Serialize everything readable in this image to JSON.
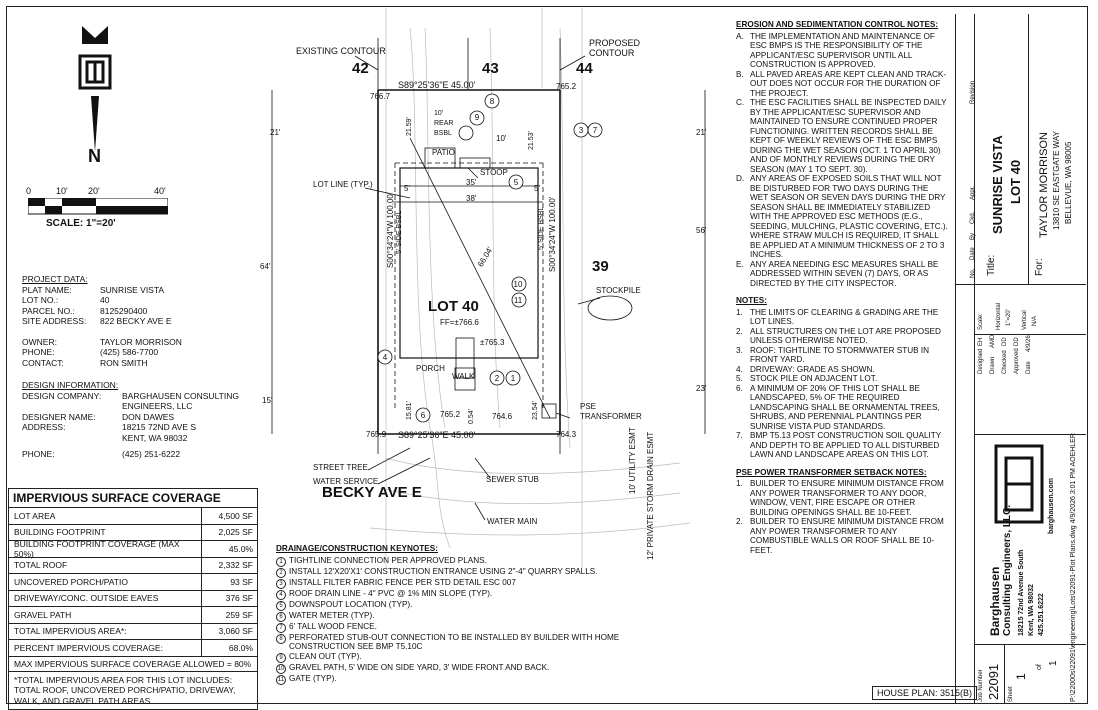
{
  "north": {
    "label": "N"
  },
  "scale": {
    "ticks": [
      "0",
      "10'",
      "20'",
      "40'"
    ],
    "label": "SCALE: 1\"=20'"
  },
  "project_data": {
    "heading": "PROJECT DATA:",
    "rows": [
      {
        "k": "PLAT NAME:",
        "v": "SUNRISE VISTA"
      },
      {
        "k": "LOT NO.:",
        "v": "40"
      },
      {
        "k": "PARCEL NO.:",
        "v": "8125290400"
      },
      {
        "k": "SITE ADDRESS:",
        "v": "822 BECKY AVE E"
      }
    ],
    "owner_rows": [
      {
        "k": "OWNER:",
        "v": "TAYLOR MORRISON"
      },
      {
        "k": "PHONE:",
        "v": "(425) 586-7700"
      },
      {
        "k": "CONTACT:",
        "v": "RON SMITH"
      }
    ]
  },
  "design_info": {
    "heading": "DESIGN INFORMATION:",
    "rows": [
      {
        "k": "DESIGN COMPANY:",
        "v": "BARGHAUSEN CONSULTING"
      },
      {
        "k": "",
        "v": "ENGINEERS, LLC"
      },
      {
        "k": "DESIGNER NAME:",
        "v": "DON DAWES"
      },
      {
        "k": "ADDRESS:",
        "v": "18215 72ND AVE S"
      },
      {
        "k": "",
        "v": "KENT, WA 98032"
      },
      {
        "k": "PHONE:",
        "v": "(425) 251-6222"
      }
    ]
  },
  "impervious": {
    "title": "IMPERVIOUS SURFACE COVERAGE",
    "rows": [
      {
        "l": "LOT AREA",
        "v": "4,500 SF"
      },
      {
        "l": "BUILDING FOOTPRINT",
        "v": "2,025 SF"
      },
      {
        "l": "BUILDING FOOTPRINT COVERAGE (MAX 50%)",
        "v": "45.0%"
      },
      {
        "l": "TOTAL ROOF",
        "v": "2,332 SF"
      },
      {
        "l": "UNCOVERED PORCH/PATIO",
        "v": "93 SF"
      },
      {
        "l": "DRIVEWAY/CONC. OUTSIDE EAVES",
        "v": "376 SF"
      },
      {
        "l": "GRAVEL PATH",
        "v": "259 SF"
      },
      {
        "l": "TOTAL IMPERVIOUS AREA*:",
        "v": "3,060 SF"
      },
      {
        "l": "PERCENT IMPERVIOUS COVERAGE:",
        "v": "68.0%"
      }
    ],
    "max_row": "MAX IMPERVIOUS SURFACE COVERAGE ALLOWED = 80%",
    "footnote": "*TOTAL IMPERVIOUS AREA FOR THIS LOT INCLUDES: TOTAL ROOF, UNCOVERED PORCH/PATIO, DRIVEWAY, WALK, AND GRAVEL PATH AREAS."
  },
  "plan": {
    "lot_label": "LOT 40",
    "ff": "FF=±766.6",
    "lots": {
      "l42": "42",
      "l43": "43",
      "l44": "44",
      "l39": "39"
    },
    "street": "BECKY AVE E",
    "labels": {
      "existing_contour": "EXISTING CONTOUR",
      "proposed_contour_1": "PROPOSED",
      "proposed_contour_2": "CONTOUR",
      "lot_line": "LOT LINE (TYP.)",
      "patio": "PATIO",
      "stoop": "STOOP",
      "porch": "PORCH",
      "walk": "WALK",
      "stockpile": "STOCKPILE",
      "pse_1": "PSE",
      "pse_2": "TRANSFORMER",
      "street_tree": "STREET TREE",
      "water_service": "WATER SERVICE",
      "sewer_stub": "SEWER STUB",
      "water_main": "WATER MAIN",
      "utility_esmt": "10' UTILITY ESMT",
      "storm_esmt": "12' PRIVATE STORM DRAIN ESMT",
      "bearing_top": "S89°25'36\"E  45.00'",
      "bearing_bot": "S89°25'36\"E  45.00'",
      "left_side": "S00°34'24\"W  100.00'",
      "right_side": "S00°34'24\"W  100.00'",
      "diag": "66.04'",
      "rear_bsbl_1": "10'",
      "rear_bsbl_2": "REAR",
      "rear_bsbl_3": "BSBL",
      "side_bsbl_l": "5' SIDE BSBL",
      "side_bsbl_r": "5' SIDE BSBL",
      "d35": "35'",
      "d38": "38'",
      "d5a": "5'",
      "d5b": "5'",
      "d10": "10'",
      "d21l": "21'",
      "d21r": "21'",
      "d64": "64'",
      "d56": "56'",
      "d15": "15'",
      "d23": "23'",
      "d21_59": "21.59'",
      "d21_53": "21.53'",
      "d15_81": "15.81'",
      "d23_54": "23.54'",
      "d0_54": "0.54'",
      "e766_7": "766.7",
      "e765_2a": "765.2",
      "e765_3": "±765.3",
      "e765_2b": "765.2",
      "e764_6": "764.6",
      "e765_9": "765.9",
      "e764_3": "764.3"
    },
    "callouts": [
      "1",
      "2",
      "3",
      "4",
      "5",
      "6",
      "7",
      "8",
      "9",
      "10",
      "11"
    ]
  },
  "keynotes": {
    "heading": "DRAINAGE/CONSTRUCTION KEYNOTES:",
    "items": [
      {
        "n": "1",
        "t": "TIGHTLINE CONNECTION PER APPROVED PLANS."
      },
      {
        "n": "2",
        "t": "INSTALL 12'X20'X1' CONSTRUCTION ENTRANCE USING 2\"-4\" QUARRY SPALLS."
      },
      {
        "n": "3",
        "t": "INSTALL FILTER FABRIC FENCE PER STD DETAIL ESC 007"
      },
      {
        "n": "4",
        "t": "ROOF DRAIN LINE - 4\" PVC @ 1% MIN SLOPE (TYP)."
      },
      {
        "n": "5",
        "t": "DOWNSPOUT LOCATION (TYP)."
      },
      {
        "n": "6",
        "t": "WATER METER (TYP)."
      },
      {
        "n": "7",
        "t": "6' TALL WOOD FENCE."
      },
      {
        "n": "8",
        "t": "PERFORATED STUB-OUT CONNECTION TO BE INSTALLED BY BUILDER WITH HOME CONSTRUCTION SEE BMP T5.10C"
      },
      {
        "n": "9",
        "t": "CLEAN OUT (TYP)."
      },
      {
        "n": "10",
        "t": "GRAVEL PATH, 5' WIDE ON SIDE YARD, 3' WIDE FRONT AND BACK."
      },
      {
        "n": "11",
        "t": "GATE (TYP)."
      }
    ]
  },
  "house_plan": "HOUSE PLAN: 3515(B)",
  "esc_notes": {
    "heading": "EROSION AND SEDIMENTATION CONTROL NOTES:",
    "items": [
      {
        "m": "A.",
        "t": "THE IMPLEMENTATION AND MAINTENANCE OF ESC BMPS IS THE RESPONSIBILITY OF THE APPLICANT/ESC SUPERVISOR UNTIL ALL CONSTRUCTION IS APPROVED."
      },
      {
        "m": "B.",
        "t": "ALL PAVED AREAS ARE KEPT CLEAN AND TRACK-OUT DOES NOT OCCUR FOR THE DURATION OF THE PROJECT."
      },
      {
        "m": "C.",
        "t": "THE ESC FACILITIES SHALL BE INSPECTED DAILY BY THE APPLICANT/ESC SUPERVISOR AND MAINTAINED TO ENSURE CONTINUED PROPER FUNCTIONING. WRITTEN RECORDS SHALL BE KEPT OF WEEKLY REVIEWS OF THE ESC BMPS DURING THE WET SEASON (OCT. 1 TO APRIL 30) AND OF MONTHLY REVIEWS DURING THE DRY SEASON (MAY 1 TO SEPT. 30)."
      },
      {
        "m": "D.",
        "t": "ANY AREAS OF EXPOSED SOILS THAT WILL NOT BE DISTURBED FOR TWO DAYS DURING THE WET SEASON OR SEVEN DAYS DURING THE DRY SEASON SHALL BE IMMEDIATELY STABILIZED WITH THE APPROVED ESC METHODS (E.G., SEEDING, MULCHING, PLASTIC COVERING, ETC.). WHERE STRAW MULCH IS REQUIRED, IT SHALL BE APPLIED AT A MINIMUM THICKNESS OF 2 TO 3 INCHES."
      },
      {
        "m": "E.",
        "t": "ANY AREA NEEDING ESC MEASURES SHALL BE ADDRESSED WITHIN SEVEN (7) DAYS, OR AS DIRECTED BY THE CITY INSPECTOR."
      }
    ]
  },
  "notes": {
    "heading": "NOTES:",
    "items": [
      {
        "m": "1.",
        "t": "THE LIMITS OF CLEARING & GRADING ARE THE LOT LINES."
      },
      {
        "m": "2.",
        "t": "ALL STRUCTURES ON THE LOT ARE PROPOSED UNLESS OTHERWISE NOTED."
      },
      {
        "m": "3.",
        "t": "ROOF: TIGHTLINE TO STORMWATER STUB IN FRONT YARD."
      },
      {
        "m": "4.",
        "t": "DRIVEWAY: GRADE AS SHOWN."
      },
      {
        "m": "5.",
        "t": "STOCK PILE ON ADJACENT LOT."
      },
      {
        "m": "6.",
        "t": "A MINIMUM OF 20% OF THIS LOT SHALL BE LANDSCAPED, 5% OF THE REQUIRED LANDSCAPING SHALL BE ORNAMENTAL TREES, SHRUBS, AND PERENNIAL PLANTINGS PER SUNRISE VISTA PUD STANDARDS."
      },
      {
        "m": "7.",
        "t": "BMP T5.13 POST CONSTRUCTION SOIL QUALITY AND DEPTH TO BE APPLIED TO ALL DISTURBED LAWN AND LANDSCAPE AREAS ON THIS LOT."
      }
    ]
  },
  "pse_notes": {
    "heading": "PSE POWER TRANSFORMER SETBACK NOTES:",
    "items": [
      {
        "m": "1.",
        "t": "BUILDER TO ENSURE MINIMUM DISTANCE FROM ANY POWER TRANSFORMER TO ANY DOOR, WINDOW, VENT, FIRE ESCAPE OR OTHER BUILDING OPENINGS SHALL BE 10-FEET."
      },
      {
        "m": "2.",
        "t": "BUILDER TO ENSURE MINIMUM DISTANCE FROM ANY POWER TRANSFORMER TO ANY COMBUSTIBLE WALLS OR ROOF SHALL BE 10-FEET."
      }
    ]
  },
  "title_block": {
    "revision_hdr": "Revision",
    "appr": "Appr.",
    "ckd": "Ckd.",
    "by": "By",
    "date": "Date",
    "no": "No.",
    "title_lbl": "Title:",
    "title_1": "SUNRISE VISTA",
    "title_2": "LOT 40",
    "for_lbl": "For:",
    "for_1": "TAYLOR MORRISON",
    "for_2": "13810 SE EASTGATE WAY",
    "for_3": "BELLEVUE, WA 98005",
    "scale_lbl": "Scale:",
    "horizontal_lbl": "Horizontal",
    "horizontal_val": "1\"=20'",
    "vertical_lbl": "Vertical",
    "vertical_val": "N/A",
    "designed_lbl": "Designed",
    "designed_val": "EH",
    "drawn_lbl": "Drawn",
    "drawn_val": "AMD",
    "checked_lbl": "Checked",
    "checked_val": "DD",
    "approved_lbl": "Approved",
    "approved_val": "DD",
    "date_lbl": "Date",
    "date_val": "4/9/26",
    "company_1": "Barghausen",
    "company_2": "Consulting Engineers, LLC.",
    "company_3": "18215 72nd Avenue South",
    "company_4": "Kent, WA 98032",
    "company_5": "425.251.6222",
    "company_6": "barghausen.com",
    "job_lbl": "Job Number",
    "job_val": "22091",
    "sheet_lbl": "Sheet",
    "sheet_num": "1",
    "sheet_of": "of",
    "sheet_tot": "1",
    "path": "P:\\22000s\\22091\\engineering\\Lots\\22091-Plot Plans.dwg   4/9/2026   3:01 PM   AOEHLER"
  }
}
